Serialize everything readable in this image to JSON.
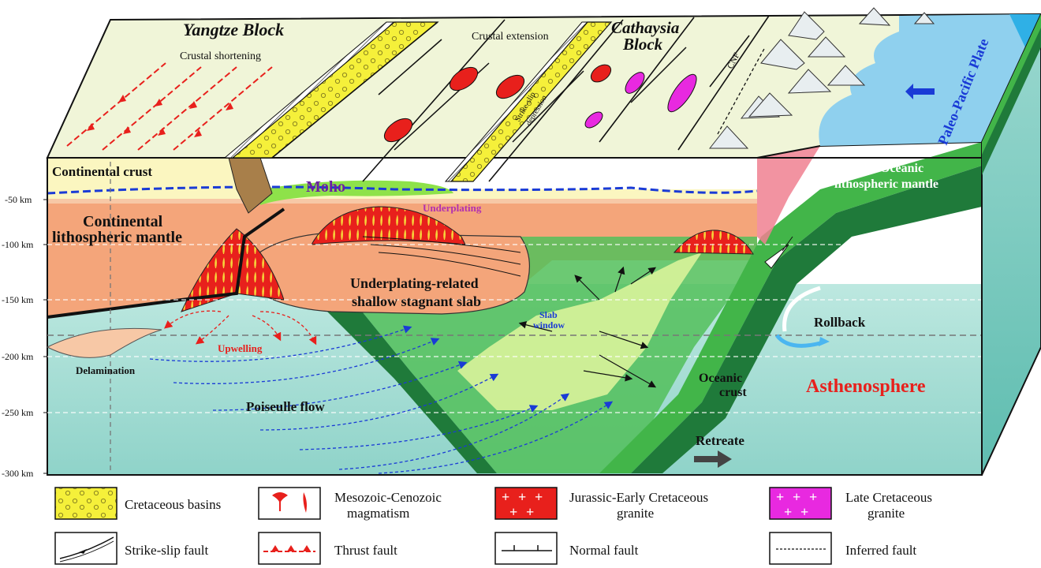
{
  "diagram": {
    "blocks": {
      "yangtze": "Yangtze Block",
      "cathaysia_line1": "Cathaysia",
      "cathaysia_line2": "Block",
      "paleo_pacific": "Paleo-Pacific Plate"
    },
    "surface_labels": {
      "crustal_shortening": "Crustal shortening",
      "crustal_extension": "Crustal extension",
      "strike_slip_line1": "Strike-slip",
      "strike_slip_line2": "depression",
      "cnf": "CNF"
    },
    "depth_axis": [
      "-50 km",
      "-100 km",
      "-150 km",
      "-200 km",
      "-250 km",
      "-300 km"
    ],
    "labels": {
      "continental_crust": "Continental crust",
      "moho": "Moho",
      "underplating": "Underplating",
      "clm_line1": "Continental",
      "clm_line2": "lithospheric mantle",
      "olm_line1": "Oceanic",
      "olm_line2": "lithospheric mantle",
      "stagnant_line1": "Underplating-related",
      "stagnant_line2": "shallow stagnant slab",
      "slab_window_line1": "Slab",
      "slab_window_line2": "window",
      "rollback": "Rollback",
      "oceanic_crust_line1": "Oceanic",
      "oceanic_crust_line2": "crust",
      "asthenosphere": "Asthenosphere",
      "upwelling": "Upwelling",
      "delamination": "Delamination",
      "poiseulle": "Poiseulle flow",
      "retreate": "Retreate"
    },
    "colors": {
      "crust": "#fbf6c0",
      "clm": "#f4a57a",
      "asthenosphere": "#a9dcd6",
      "oceanic_mantle": "#1f7a3a",
      "slab": "#42b549",
      "ocean": "#8fd0ee",
      "granite_jurassic": "#e8201c",
      "granite_late": "#e829e0",
      "basin": "#f5f03a"
    }
  },
  "legend": [
    {
      "icon": "cretaceous-basin-swatch",
      "label": "Cretaceous basins"
    },
    {
      "icon": "magmatism-symbols",
      "label_line1": "Mesozoic-Cenozoic",
      "label_line2": "magmatism"
    },
    {
      "icon": "jurassic-granite-swatch",
      "label_line1": "Jurassic-Early Cretaceous",
      "label_line2": "granite"
    },
    {
      "icon": "late-cretaceous-granite-swatch",
      "label_line1": "Late Cretaceous",
      "label_line2": "granite"
    },
    {
      "icon": "strike-slip-fault-symbol",
      "label": "Strike-slip fault"
    },
    {
      "icon": "thrust-fault-symbol",
      "label": "Thrust fault"
    },
    {
      "icon": "normal-fault-symbol",
      "label": "Normal fault"
    },
    {
      "icon": "inferred-fault-symbol",
      "label": "Inferred fault"
    }
  ]
}
